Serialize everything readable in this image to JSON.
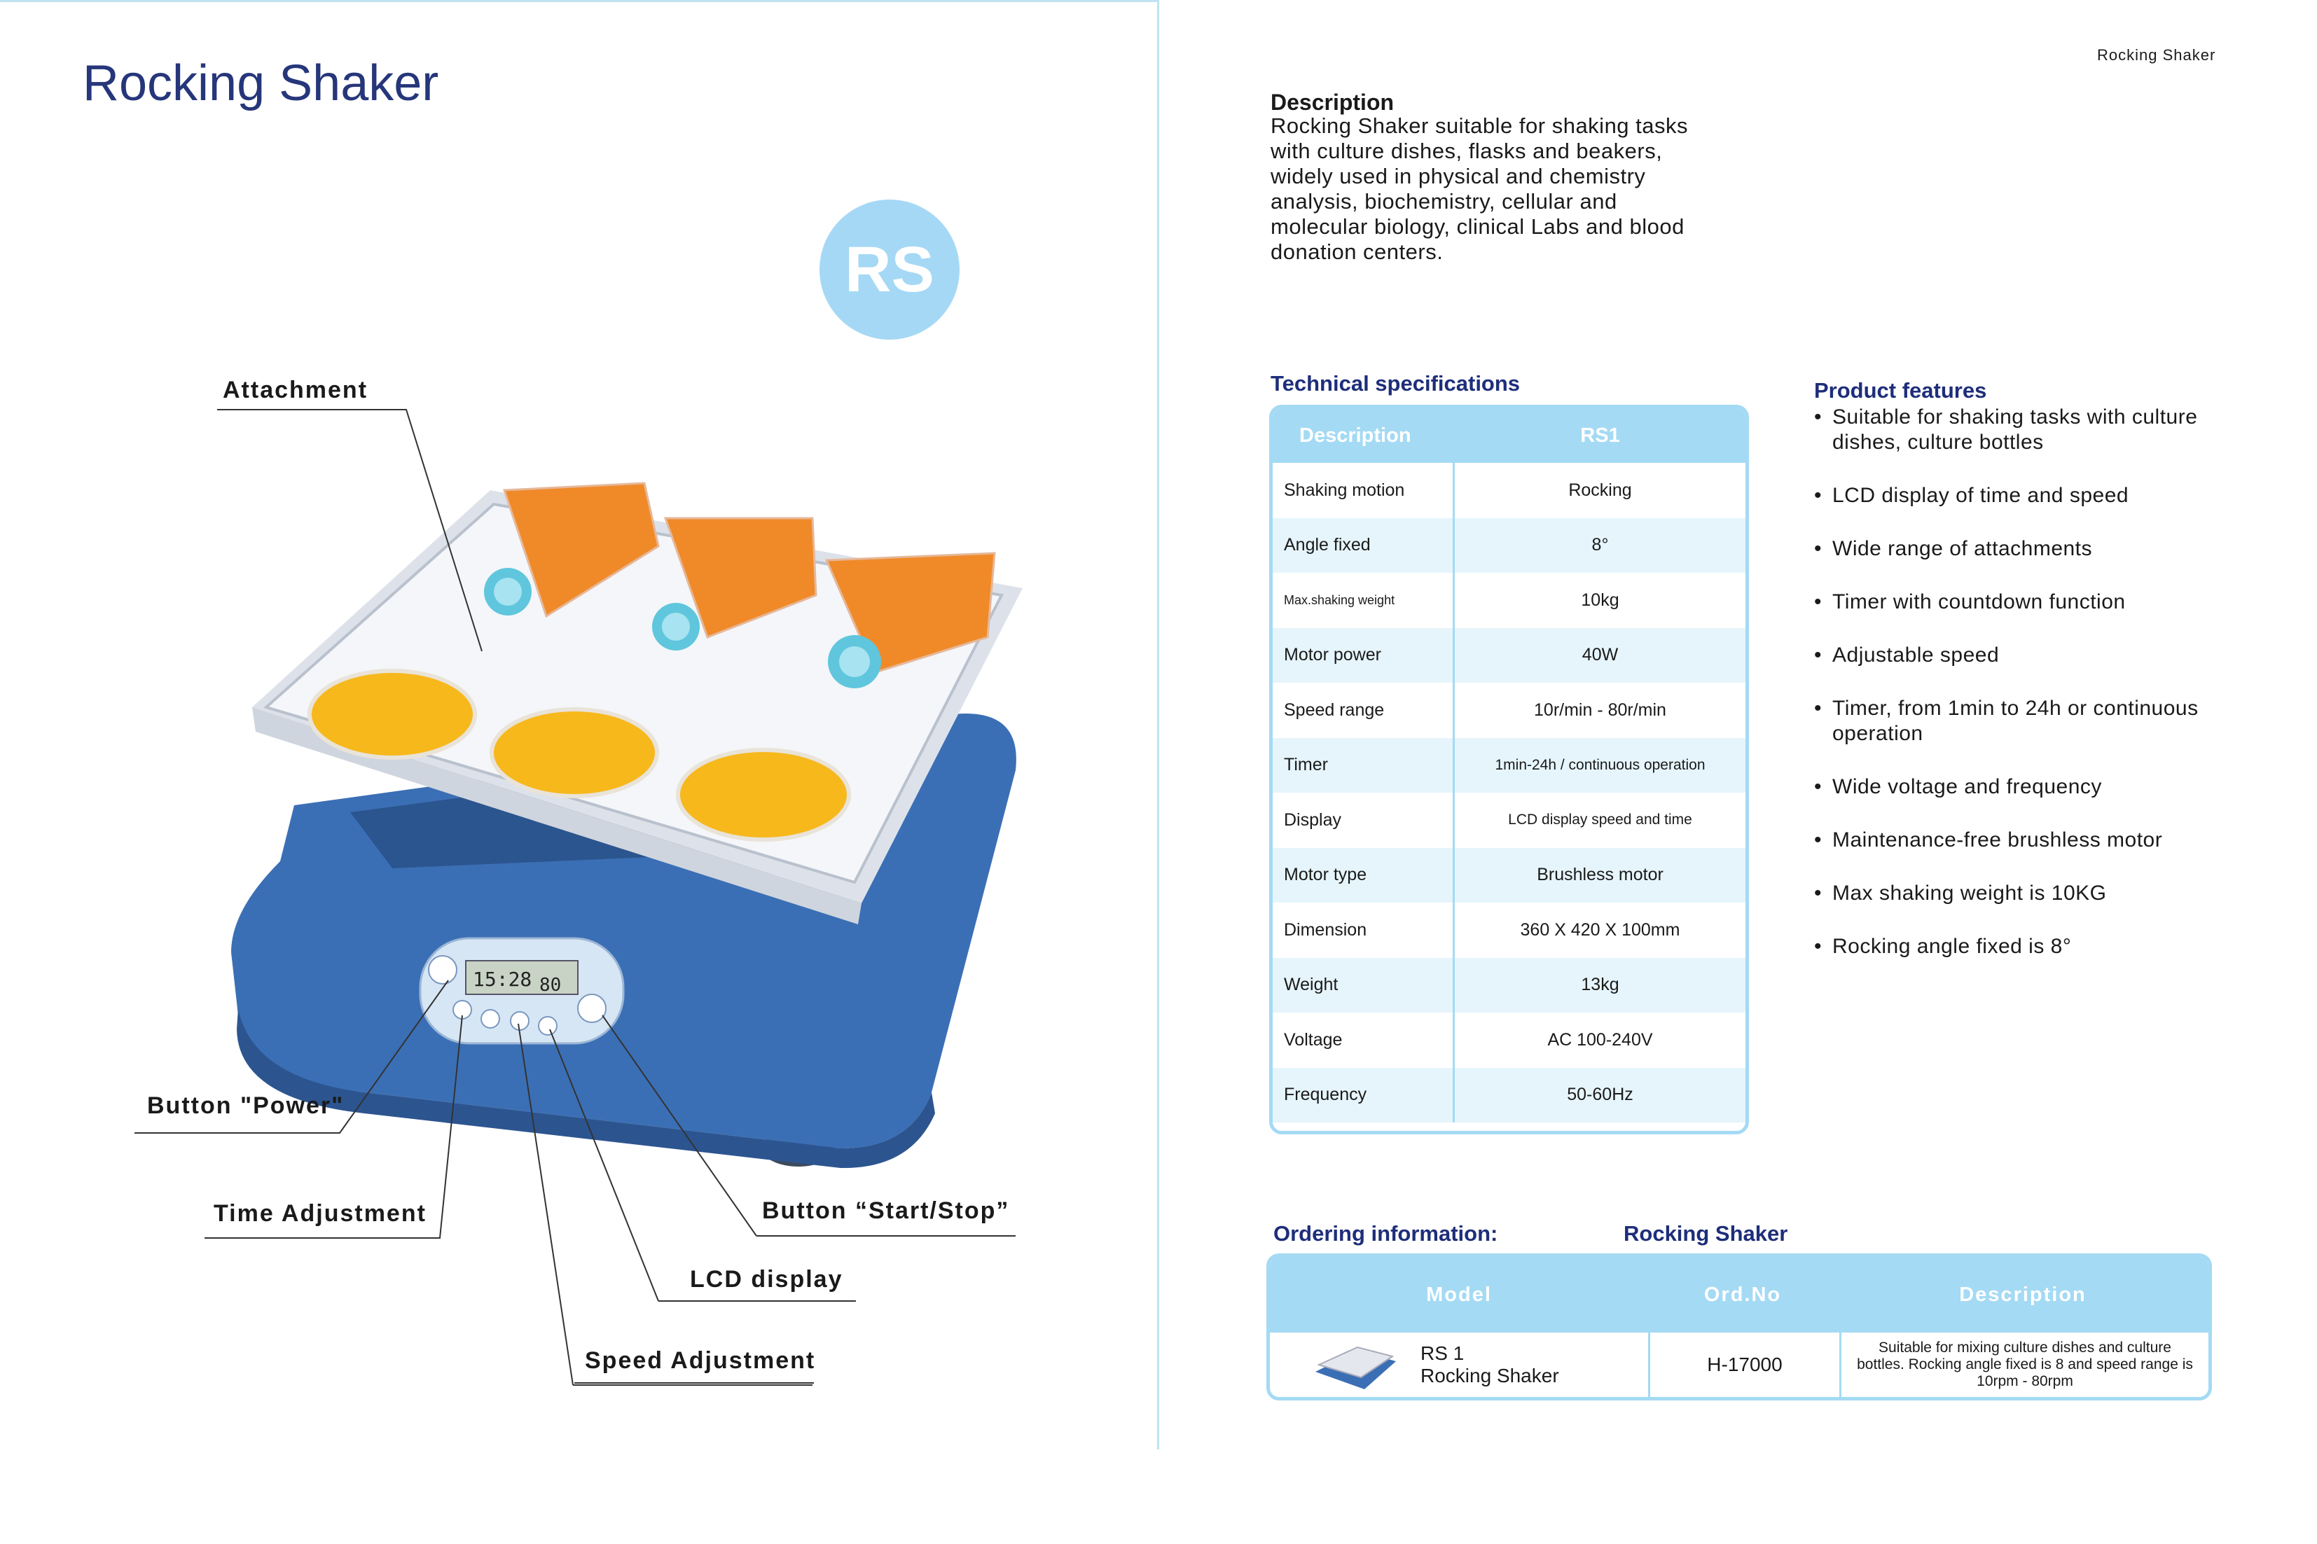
{
  "header": {
    "page_title": "Rocking Shaker",
    "badge": "RS",
    "running_head": "Rocking  Shaker"
  },
  "callouts": {
    "attachment": "Attachment",
    "power": "Button \"Power\"",
    "time": "Time  Adjustment",
    "start_stop": "Button “Start/Stop”",
    "lcd": "LCD display",
    "speed": "Speed  Adjustment"
  },
  "device": {
    "lcd_time": "15:28",
    "lcd_speed": "80"
  },
  "description": {
    "heading": "Description",
    "body": "Rocking Shaker suitable for shaking tasks with culture dishes, flasks and beakers, widely used in physical and chemistry analysis, biochemistry, cellular and molecular biology, clinical Labs and blood donation centers."
  },
  "spec": {
    "heading": "Technical specifications",
    "col1": "Description",
    "col2": "RS1",
    "rows": [
      {
        "k": "Shaking motion",
        "v": "Rocking"
      },
      {
        "k": "Angle fixed",
        "v": "8°"
      },
      {
        "k": "Max.shaking weight",
        "v": "10kg"
      },
      {
        "k": "Motor power",
        "v": "40W"
      },
      {
        "k": "Speed range",
        "v": "10r/min - 80r/min"
      },
      {
        "k": "Timer",
        "v": "1min-24h / continuous operation"
      },
      {
        "k": "Display",
        "v": "LCD display speed and time"
      },
      {
        "k": "Motor type",
        "v": "Brushless motor"
      },
      {
        "k": "Dimension",
        "v": "360 X 420 X 100mm"
      },
      {
        "k": "Weight",
        "v": "13kg"
      },
      {
        "k": "Voltage",
        "v": "AC 100-240V"
      },
      {
        "k": "Frequency",
        "v": "50-60Hz"
      }
    ]
  },
  "features": {
    "heading": "Product features",
    "items": [
      "Suitable for shaking tasks with culture dishes, culture bottles",
      "LCD display of time and speed",
      "Wide range of attachments",
      "Timer with countdown function",
      "Adjustable speed",
      "Timer, from 1min to 24h or continuous operation",
      "Wide voltage and frequency",
      "Maintenance-free brushless motor",
      "Max shaking weight is 10KG",
      "Rocking angle fixed is 8°"
    ]
  },
  "ordering": {
    "heading": "Ordering information:",
    "product": "Rocking Shaker",
    "col_model": "Model",
    "col_ord": "Ord.No",
    "col_desc": "Description",
    "model_line1": "RS 1",
    "model_line2": "Rocking Shaker",
    "ord_no": "H-17000",
    "desc": "Suitable for mixing culture dishes and culture bottles. Rocking angle fixed is 8 and speed range is 10rpm - 80rpm"
  }
}
